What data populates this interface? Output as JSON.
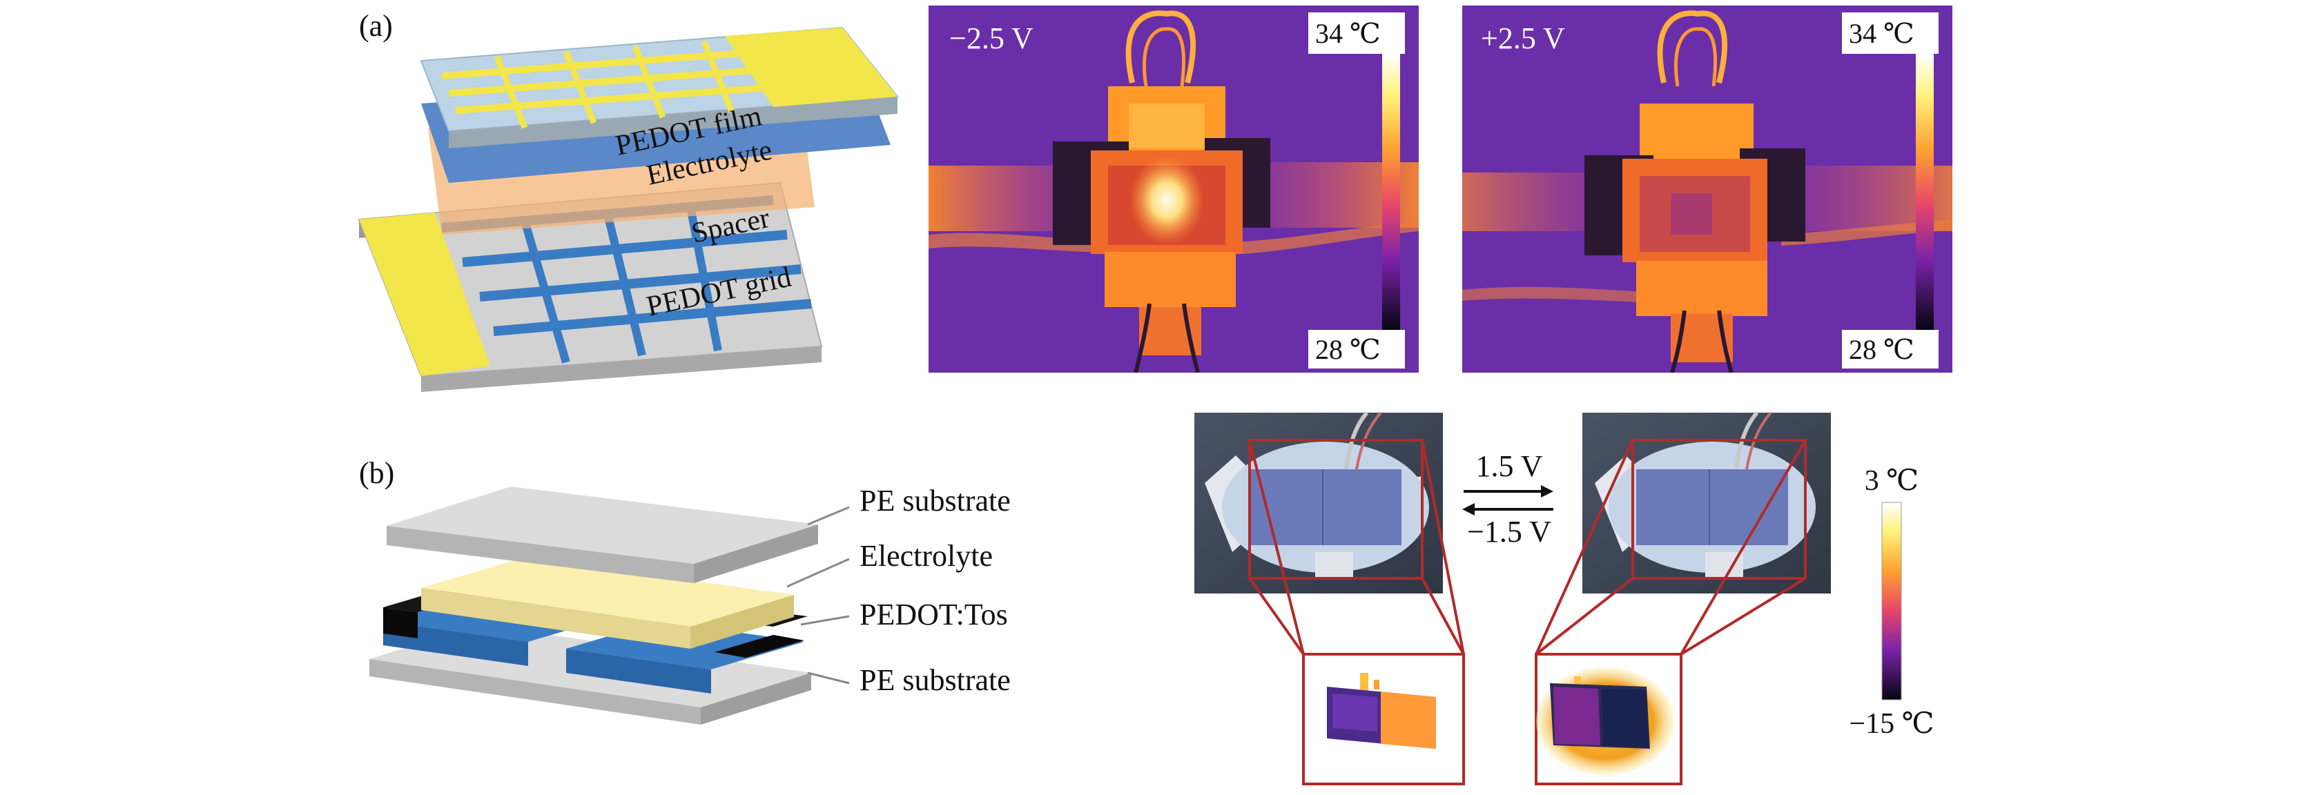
{
  "panel_a": {
    "label": "(a)",
    "labels": {
      "pedot_film": "PEDOT film",
      "electrolyte": "Electrolyte",
      "spacer": "Spacer",
      "pedot_grid": "PEDOT grid"
    },
    "thermal_left": {
      "voltage": "−2.5 V",
      "scale_max": "34 ℃",
      "scale_min": "28 ℃"
    },
    "thermal_right": {
      "voltage": "+2.5 V",
      "scale_max": "34 ℃",
      "scale_min": "28 ℃"
    }
  },
  "panel_b": {
    "label": "(b)",
    "labels": {
      "pe_top": "PE substrate",
      "electrolyte": "Electrolyte",
      "pedot_tos": "PEDOT:Tos",
      "pe_bottom": "PE substrate"
    },
    "voltage_forward": "1.5 V",
    "voltage_reverse": "−1.5 V",
    "scale_max": "3 ℃",
    "scale_min": "−15 ℃"
  },
  "colors": {
    "thermal_bg": "#6a2ea8",
    "grid_yellow": "#f2e64a",
    "electrode_blue": "#3a7cc4",
    "electrolyte_cream": "#fbf0b0",
    "spacer_orange": "#f5b272",
    "zoom_red": "#b22a2a"
  }
}
